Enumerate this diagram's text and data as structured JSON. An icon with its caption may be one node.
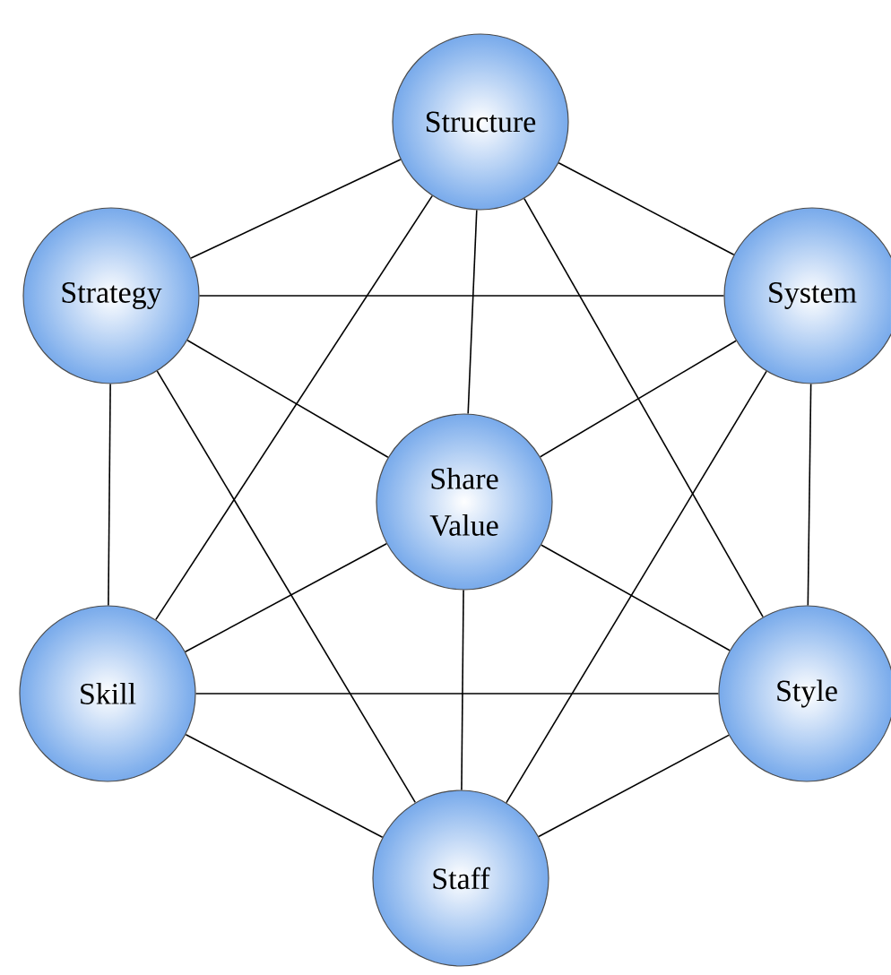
{
  "diagram": {
    "nodes": [
      {
        "text": [
          "Structure"
        ]
      },
      {
        "text": [
          "Strategy"
        ]
      },
      {
        "text": [
          "System"
        ]
      },
      {
        "text": [
          "Share Value"
        ]
      },
      {
        "text": [
          "Skill"
        ]
      },
      {
        "text": [
          "Style"
        ]
      },
      {
        "text": [
          "Staff"
        ]
      }
    ],
    "edges": [
      {
        "from": 0,
        "to": 1,
        "arrow": "none"
      },
      {
        "from": 0,
        "to": 2,
        "arrow": "none"
      },
      {
        "from": 1,
        "to": 4,
        "arrow": "none"
      },
      {
        "from": 2,
        "to": 5,
        "arrow": "none"
      },
      {
        "from": 4,
        "to": 6,
        "arrow": "none"
      },
      {
        "from": 5,
        "to": 6,
        "arrow": "none"
      },
      {
        "from": 3,
        "to": 0,
        "arrow": "none"
      },
      {
        "from": 3,
        "to": 1,
        "arrow": "none"
      },
      {
        "from": 3,
        "to": 2,
        "arrow": "none"
      },
      {
        "from": 3,
        "to": 4,
        "arrow": "none"
      },
      {
        "from": 3,
        "to": 5,
        "arrow": "none"
      },
      {
        "from": 3,
        "to": 6,
        "arrow": "none"
      },
      {
        "from": 1,
        "to": 2,
        "arrow": "none"
      },
      {
        "from": 4,
        "to": 5,
        "arrow": "none"
      },
      {
        "from": 0,
        "to": 4,
        "arrow": "none"
      },
      {
        "from": 0,
        "to": 5,
        "arrow": "none"
      },
      {
        "from": 1,
        "to": 6,
        "arrow": "none"
      },
      {
        "from": 2,
        "to": 6,
        "arrow": "none"
      }
    ]
  }
}
